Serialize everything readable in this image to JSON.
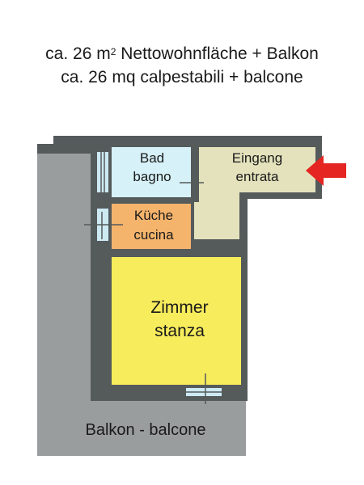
{
  "header": {
    "line1_prefix": "ca. 26 m",
    "line1_sup": "2",
    "line1_suffix": " Nettowohnfläche + Balkon",
    "line2": "ca. 26 mq calpestabili + balcone"
  },
  "rooms": {
    "bath": {
      "line1": "Bad",
      "line2": "bagno"
    },
    "entrance": {
      "line1": "Eingang",
      "line2": "entrata"
    },
    "kitchen": {
      "line1": "Küche",
      "line2": "cucina"
    },
    "room": {
      "line1": "Zimmer",
      "line2": "stanza"
    },
    "balcony": {
      "label": "Balkon - balcone"
    }
  },
  "colors": {
    "wall": "#555a5b",
    "balcony": "#9a9d9e",
    "bath": "#d6f1f8",
    "entrance": "#e4e2bc",
    "kitchen": "#f5b46c",
    "room": "#f7ec5c",
    "window": "#cdeaf3",
    "arrow": "#e52521"
  },
  "icons": {
    "entrance_arrow": "red-arrow-left-icon"
  }
}
